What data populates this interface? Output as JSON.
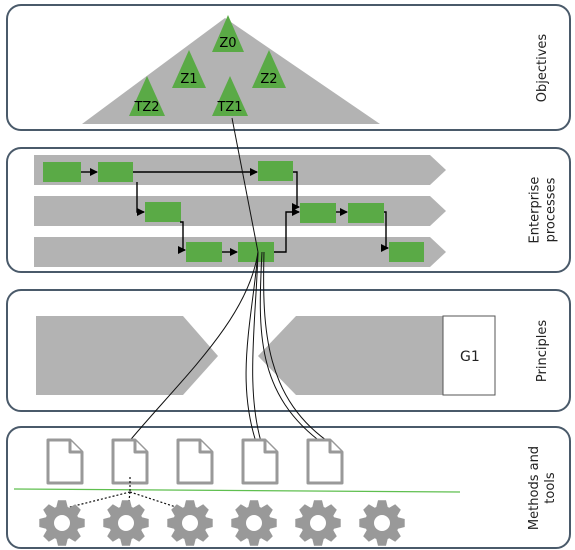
{
  "layers": [
    {
      "label": "Objectives"
    },
    {
      "label": "Enterprise\nprocesses"
    },
    {
      "label": "Principles"
    },
    {
      "label": "Methods and\ntools"
    }
  ],
  "objectives": [
    "Z0",
    "Z1",
    "Z2",
    "TZ2",
    "TZ1"
  ],
  "principle": "G1",
  "colors": {
    "panel_border": "#4a5a6a",
    "green": "#5aaa46",
    "gray": "#b3b3b3",
    "icon_gray": "#999999",
    "line_green": "#5fbf4f"
  }
}
